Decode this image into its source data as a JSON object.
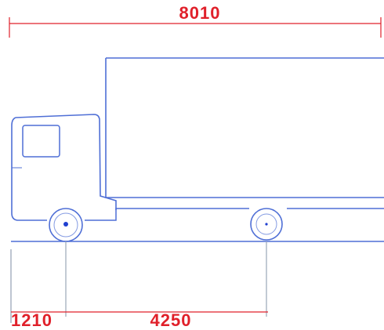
{
  "dimensions": {
    "overall_length": "8010",
    "front_overhang": "1210",
    "wheelbase": "4250"
  },
  "colors": {
    "outline": "#4f6fd6",
    "dimension": "#e0202a",
    "extension_line": "#9aa6b8",
    "hub": "#1f3fd0"
  }
}
